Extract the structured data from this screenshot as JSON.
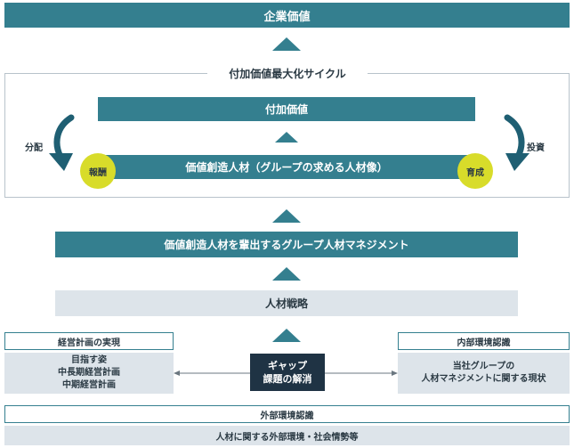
{
  "enterprise_value": "企業価値",
  "cycle": {
    "title": "付加価値最大化サイクル",
    "added_value": "付加価値",
    "human_resource": "価値創造人材（グループの求める人材像）",
    "left_circle": "報酬",
    "right_circle": "育成",
    "left_label": "分配",
    "right_label": "投資"
  },
  "management": "価値創造人材を輩出するグループ人材マネジメント",
  "strategy": "人材戦略",
  "plan": {
    "header": "経営計画の実現",
    "lines": [
      "目指す姿",
      "中長期経営計画",
      "中期経営計画"
    ]
  },
  "gap": {
    "lines": [
      "ギャップ",
      "課題の解消"
    ]
  },
  "internal": {
    "header": "内部環境認識",
    "lines": [
      "当社グループの",
      "人材マネジメントに関する現状"
    ]
  },
  "external": {
    "header": "外部環境認識",
    "body": "人材に関する外部環境・社会情勢等"
  },
  "colors": {
    "teal": "#347f8f",
    "dark_navy": "#1f3344",
    "light_gray": "#dde4ea",
    "yellow": "#d8dc2a"
  }
}
